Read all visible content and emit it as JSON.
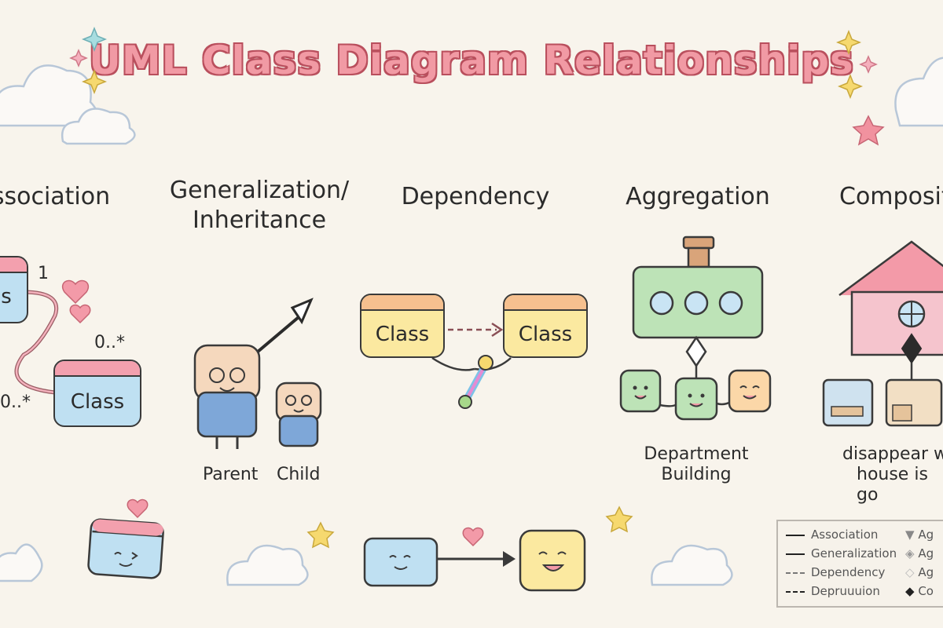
{
  "title": "UML Class Diagram Relationships",
  "sections": {
    "association": {
      "heading": "ssociation",
      "class_label_top": "s",
      "class_label_bottom": "Class",
      "mult_one": "1",
      "mult_many_top": "0..*",
      "mult_many_left": "0..*"
    },
    "generalization": {
      "heading_line1": "Generalization/",
      "heading_line2": "Inheritance",
      "parent_label": "Parent",
      "child_label": "Child"
    },
    "dependency": {
      "heading": "Dependency",
      "left_class": "Class",
      "right_class": "Class"
    },
    "aggregation": {
      "heading": "Aggregation",
      "caption_line1": "Department",
      "caption_line2": "Building"
    },
    "composition": {
      "heading": "Composit",
      "caption_line1": "disappear w",
      "caption_line2": "house is go"
    }
  },
  "legend": {
    "left": [
      "Association",
      "Generalization",
      "Dependency",
      "Depruuuion"
    ],
    "right": [
      "Ag",
      "Ag",
      "Ag",
      "Co"
    ],
    "right_icons": [
      "triangle-down-icon",
      "diamond-outline-icon",
      "diamond-outline-icon",
      "diamond-filled-icon"
    ]
  },
  "colors": {
    "title_fill": "#f19aa4",
    "title_outline": "#b94f5d",
    "class_blue": "#bfe0f2",
    "class_pink_top": "#f3a0ae",
    "class_yellow": "#fbe9a0",
    "class_orange_top": "#f6c08f",
    "aggregation_green": "#bde3b7",
    "house_pink": "#f5b7c3",
    "background": "#f8f4ec"
  }
}
